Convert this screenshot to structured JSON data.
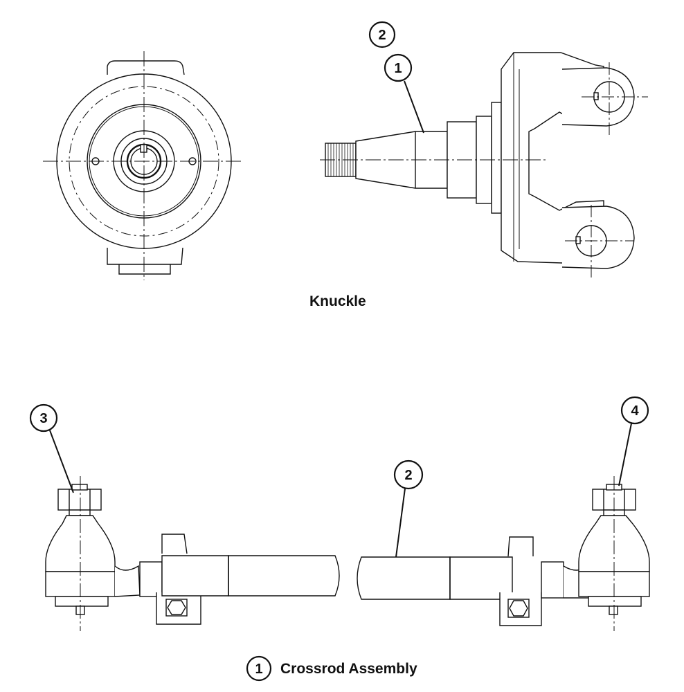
{
  "figure": {
    "knuckle_caption": "Knuckle",
    "crossrod_caption": "Crossrod Assembly",
    "callouts": {
      "knuckle_top": "2",
      "knuckle_spindle": "1",
      "crossrod_left_end": "3",
      "crossrod_tube": "2",
      "crossrod_right_end": "4",
      "crossrod_assembly": "1"
    }
  },
  "colors": {
    "line": "#111111",
    "fill": "#ffffff",
    "shade": "#f2f2f2"
  }
}
